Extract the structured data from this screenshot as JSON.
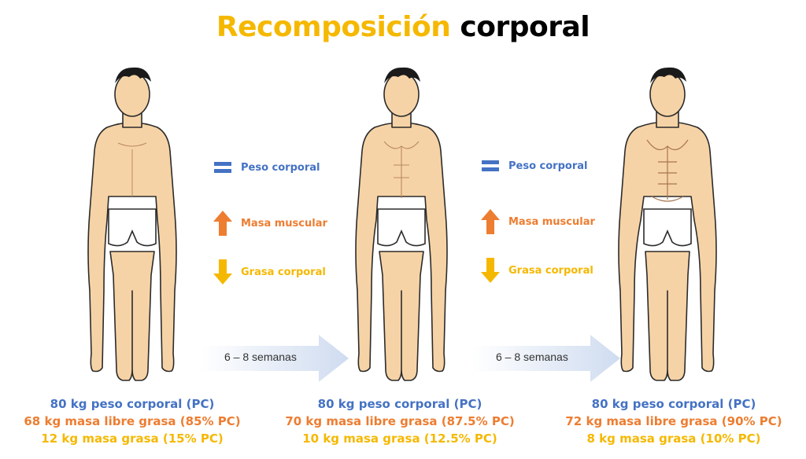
{
  "title": {
    "accent": "Recomposición",
    "rest": "corporal"
  },
  "legend": {
    "peso": "Peso corporal",
    "musculo": "Masa muscular",
    "grasa": "Grasa corporal"
  },
  "transition": {
    "label": "6 – 8 semanas"
  },
  "colors": {
    "blue": "#4472c4",
    "orange": "#ed7d31",
    "yellow": "#f5b800",
    "skin": "#f6d3a6",
    "hair": "#1a1a1a"
  },
  "icons": {
    "equal": "equals-icon",
    "up": "arrow-up-icon",
    "down": "arrow-down-icon"
  },
  "stages": [
    {
      "peso": "80 kg peso corporal (PC)",
      "libre": "68 kg masa libre grasa (85% PC)",
      "grasa": "12 kg masa grasa (15% PC)"
    },
    {
      "peso": "80 kg peso corporal (PC)",
      "libre": "70 kg masa libre grasa (87.5% PC)",
      "grasa": "10 kg masa grasa (12.5% PC)"
    },
    {
      "peso": "80 kg peso corporal (PC)",
      "libre": "72 kg masa libre grasa (90% PC)",
      "grasa": "8 kg masa grasa (10% PC)"
    }
  ]
}
